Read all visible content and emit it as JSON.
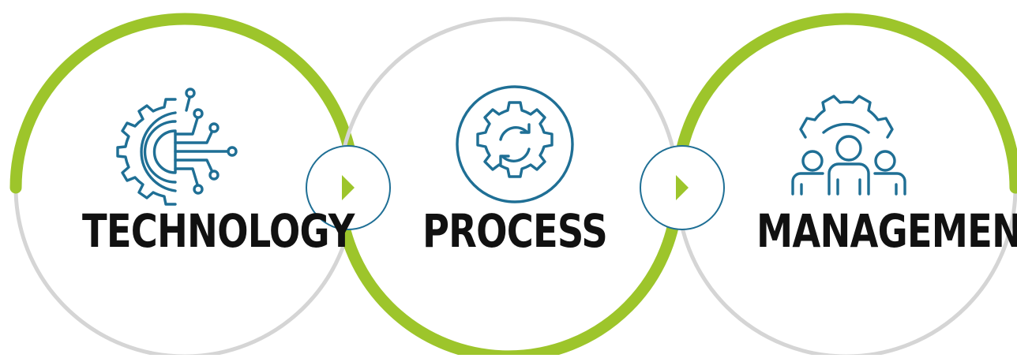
{
  "colors": {
    "green": "#9dc52b",
    "grey": "#d5d5d5",
    "blue": "#1f6f95",
    "text": "#111111"
  },
  "stages": [
    {
      "label": "TECHNOLOGY",
      "icon": "circuit-gear-icon"
    },
    {
      "label": "PROCESS",
      "icon": "gear-refresh-icon"
    },
    {
      "label": "MANAGEMENT",
      "icon": "team-gear-icon"
    }
  ],
  "connectors": [
    {
      "icon": "chevron-right-icon"
    },
    {
      "icon": "chevron-right-icon"
    }
  ]
}
